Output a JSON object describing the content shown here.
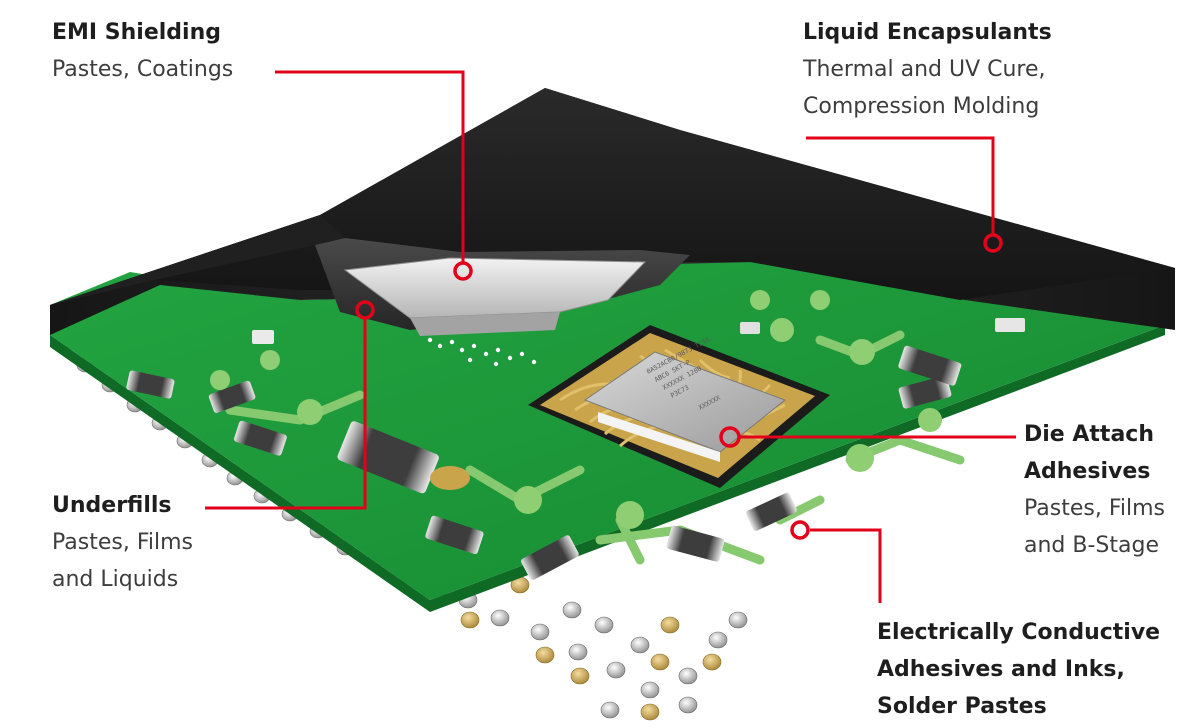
{
  "colors": {
    "callout": "#e2001a",
    "board": "#1e9a3c",
    "trace": "#7cc36a",
    "encapsulant": "#1c1c1c",
    "gold": "#c9a44b"
  },
  "callouts": {
    "emi": {
      "title": "EMI Shielding",
      "sub": [
        "Pastes, Coatings"
      ]
    },
    "liquid": {
      "title": "Liquid Encapsulants",
      "sub": [
        "Thermal and UV Cure,",
        "Compression Molding"
      ]
    },
    "die": {
      "title": [
        "Die Attach",
        "Adhesives"
      ],
      "sub": [
        "Pastes, Films",
        "and B-Stage"
      ]
    },
    "underfills": {
      "title": "Underfills",
      "sub": [
        "Pastes, Films",
        "and Liquids"
      ]
    },
    "conductive": {
      "title": [
        "Electrically Conductive",
        "Adhesives and Inks,",
        "Solder Pastes"
      ]
    }
  },
  "chip_marking": [
    "0A52ACB0/9873 TL5A",
    "ABC6 SKT-P",
    "XXXXXX 1200",
    "P3C73",
    "XXXXXX"
  ]
}
